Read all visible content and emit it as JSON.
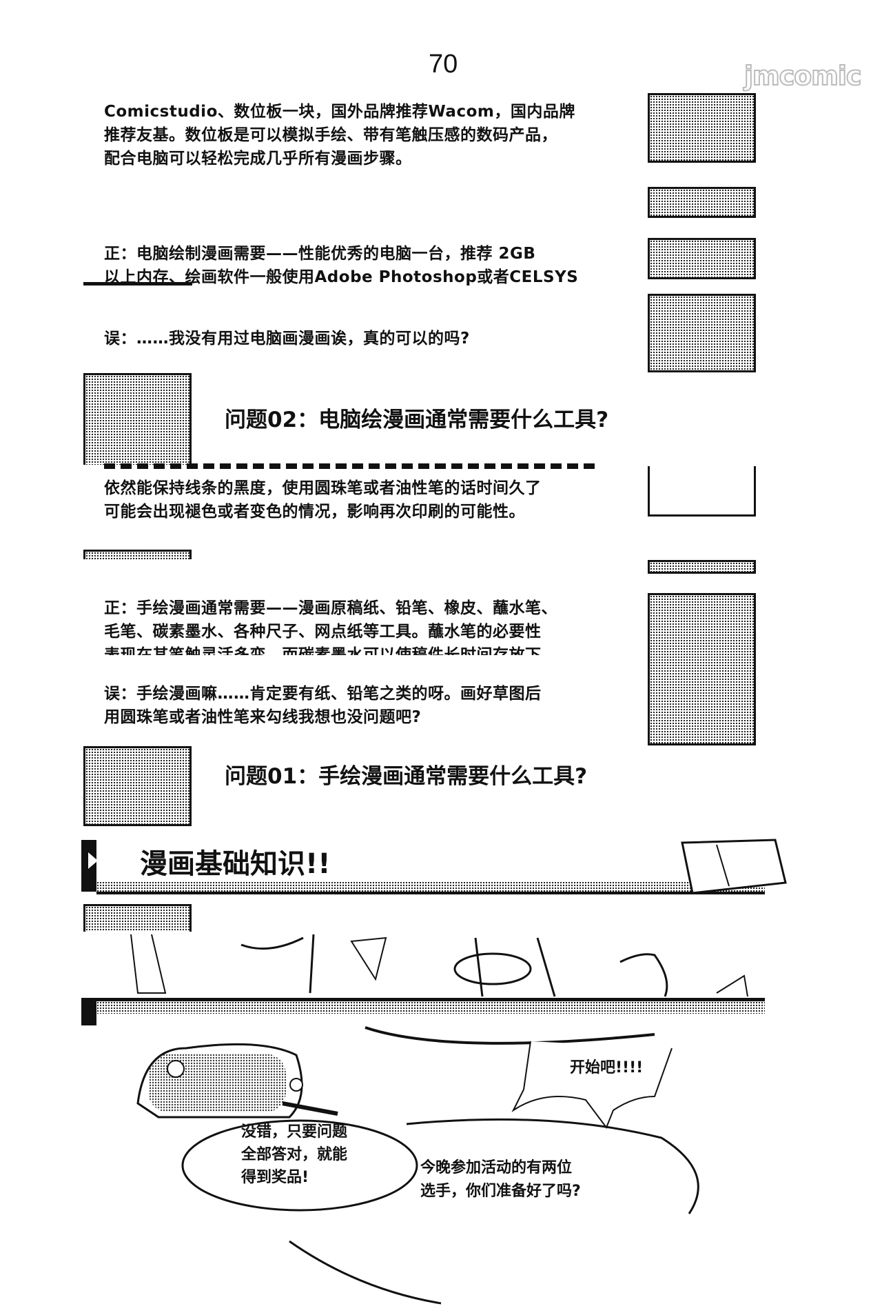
{
  "page_number": "70",
  "watermark": "jmcomic",
  "sections": {
    "pc_answer_continued": [
      "Comicstudio、数位板一块，国外品牌推荐Wacom，国内品牌",
      "推荐友基。数位板是可以模拟手绘、带有笔触压感的数码产品，",
      "配合电脑可以轻松完成几乎所有漫画步骤。"
    ],
    "pc_correct": [
      "正：电脑绘制漫画需要——性能优秀的电脑一台，推荐 2GB",
      "以上内存、绘画软件一般使用Adobe Photoshop或者CELSYS"
    ],
    "pc_wrong": "误：……我没有用过电脑画漫画诶，真的可以的吗?",
    "question_02": "问题02：电脑绘漫画通常需要什么工具?",
    "hand_answer_continued": [
      "依然能保持线条的黑度，使用圆珠笔或者油性笔的话时间久了",
      "可能会出现褪色或者变色的情况，影响再次印刷的可能性。"
    ],
    "hand_correct": [
      "正：手绘漫画通常需要——漫画原稿纸、铅笔、橡皮、蘸水笔、",
      "毛笔、碳素墨水、各种尺子、网点纸等工具。蘸水笔的必要性",
      "表现在其笔触灵活多变，而碳素墨水可以使稿件长时间存放下"
    ],
    "hand_wrong": [
      "误：手绘漫画嘛……肯定要有纸、铅笔之类的呀。画好草图后",
      "用圆珠笔或者油性笔来勾线我想也没问题吧?"
    ],
    "question_01": "问题01：手绘漫画通常需要什么工具?",
    "banner_title": "漫画基础知识!!"
  },
  "speech": {
    "start": "开始吧!!!!",
    "frog": [
      "没错，只要问题",
      "全部答对，就能",
      "得到奖品!"
    ],
    "host": [
      "今晚参加活动的有两位",
      "选手，你们准备好了吗?"
    ]
  }
}
